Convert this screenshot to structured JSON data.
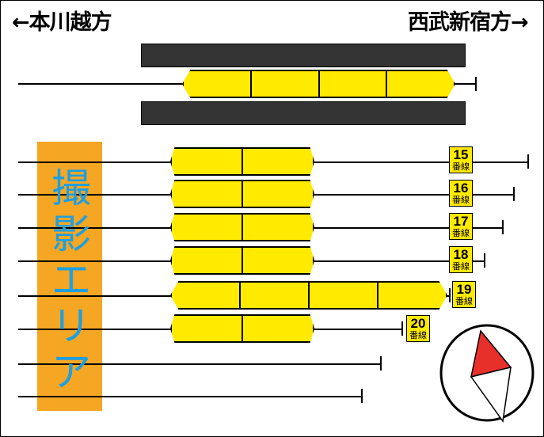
{
  "directions": {
    "left": "←本川越方",
    "right": "西武新宿方→"
  },
  "area_label": [
    "撮",
    "影",
    "エ",
    "リ",
    "ア"
  ],
  "track_labels": [
    {
      "num": "15",
      "text": "番線"
    },
    {
      "num": "16",
      "text": "番線"
    },
    {
      "num": "17",
      "text": "番線"
    },
    {
      "num": "18",
      "text": "番線"
    },
    {
      "num": "19",
      "text": "番線"
    },
    {
      "num": "20",
      "text": "番線"
    }
  ],
  "colors": {
    "train": "#ffea00",
    "area": "#f5a623",
    "area_text": "#1e9fe0",
    "platform": "#333333",
    "compass_needle": "#e8302a"
  },
  "icons": {
    "compass": "compass-icon"
  }
}
